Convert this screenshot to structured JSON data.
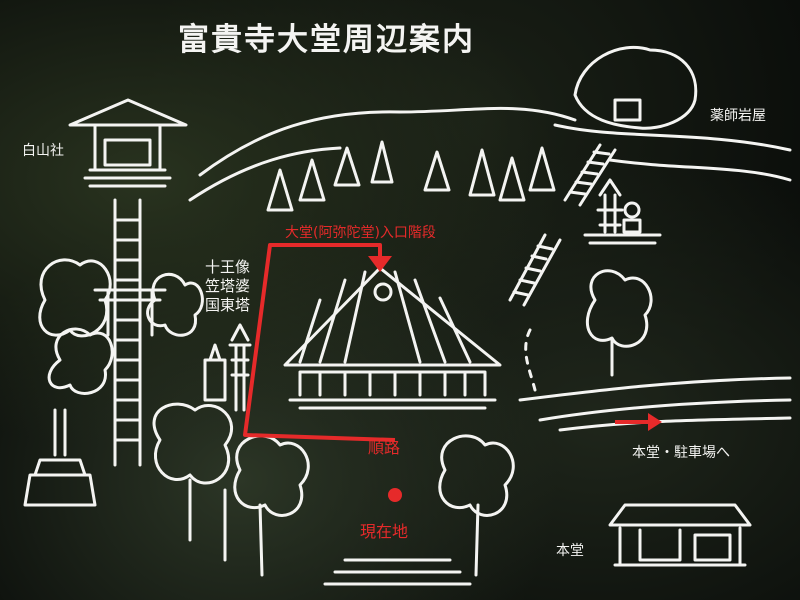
{
  "title": "富貴寺大堂周辺案内",
  "labels": {
    "hakusan": "白山社",
    "yakushi": "薬師岩屋",
    "statues": [
      "十王像",
      "笠塔婆",
      "国東塔"
    ],
    "entrance": "大堂(阿弥陀堂)入口階段",
    "route": "順路",
    "current": "現在地",
    "to_hondo": "本堂・駐車場へ",
    "hondo": "本堂"
  },
  "colors": {
    "accent": "#e62a2a",
    "ink": "#f4f4f2",
    "background": "#0b0e0b"
  },
  "icons": [
    "direction-arrow-icon",
    "current-location-icon"
  ]
}
